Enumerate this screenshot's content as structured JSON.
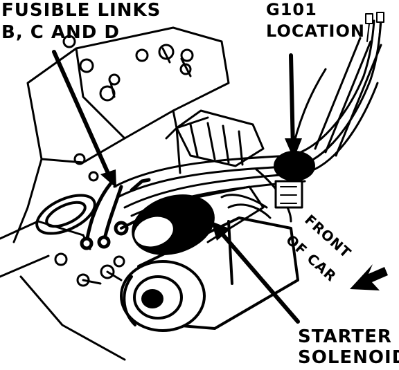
{
  "labels": {
    "fusible_links_line1": "FUSIBLE LINKS",
    "fusible_links_line2": "B, C AND D",
    "g101_line1": "G101",
    "g101_line2": "LOCATION",
    "front_line1": "FRONT",
    "front_line2": "OF CAR",
    "starter_line1": "STARTER",
    "starter_line2": "SOLENOID"
  },
  "colors": {
    "ink": "#000000",
    "paper": "#ffffff"
  }
}
